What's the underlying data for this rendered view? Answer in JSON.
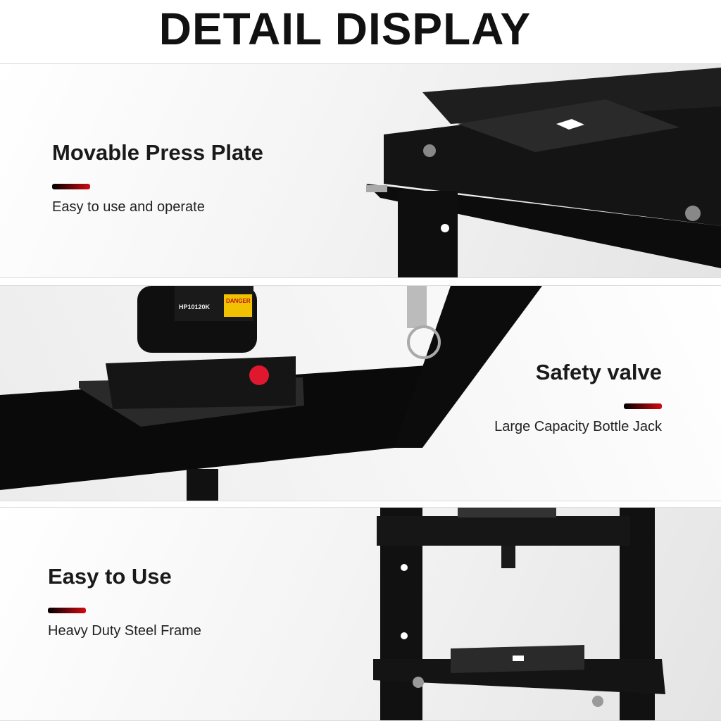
{
  "title": "DETAIL DISPLAY",
  "features": [
    {
      "heading": "Movable Press Plate",
      "subtitle": "Easy to use and operate"
    },
    {
      "heading": "Safety valve",
      "subtitle": "Large Capacity Bottle Jack"
    },
    {
      "heading": "Easy to Use",
      "subtitle": "Heavy Duty Steel Frame"
    }
  ],
  "jack_label": {
    "model": "HP10120K",
    "warning": "DANGER"
  },
  "colors": {
    "accent": "#d10a12",
    "frame": "#111111"
  }
}
